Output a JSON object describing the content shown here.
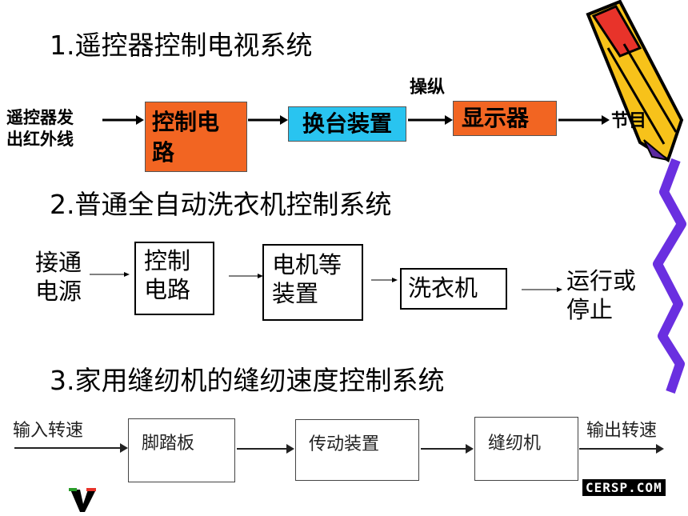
{
  "section1": {
    "title": "1.遥控器控制电视系统",
    "input_line1": "遥控器发",
    "input_line2": "出红外线",
    "box_control_line1": "控制电",
    "box_control_line2": "路",
    "box_switch": "换台装置",
    "operate_label": "操纵",
    "box_display": "显示器",
    "output": "节目",
    "colors": {
      "control_box": "#f26522",
      "switch_box": "#29c4f0",
      "display_box": "#f26522"
    }
  },
  "section2": {
    "title": "2.普通全自动洗衣机控制系统",
    "input_line1": "接通",
    "input_line2": "电源",
    "box_control_line1": "控制",
    "box_control_line2": "电路",
    "box_motor_line1": "电机等",
    "box_motor_line2": "装置",
    "box_washer": "洗衣机",
    "output_line1": "运行或",
    "output_line2": "停止"
  },
  "section3": {
    "title": "3.家用缝纫机的缝纫速度控制系统",
    "input": "输入转速",
    "box_pedal": "脚踏板",
    "box_transmission": "传动装置",
    "box_machine": "缝纫机",
    "output": "输出转速",
    "watermark": "CERSP.COM"
  }
}
